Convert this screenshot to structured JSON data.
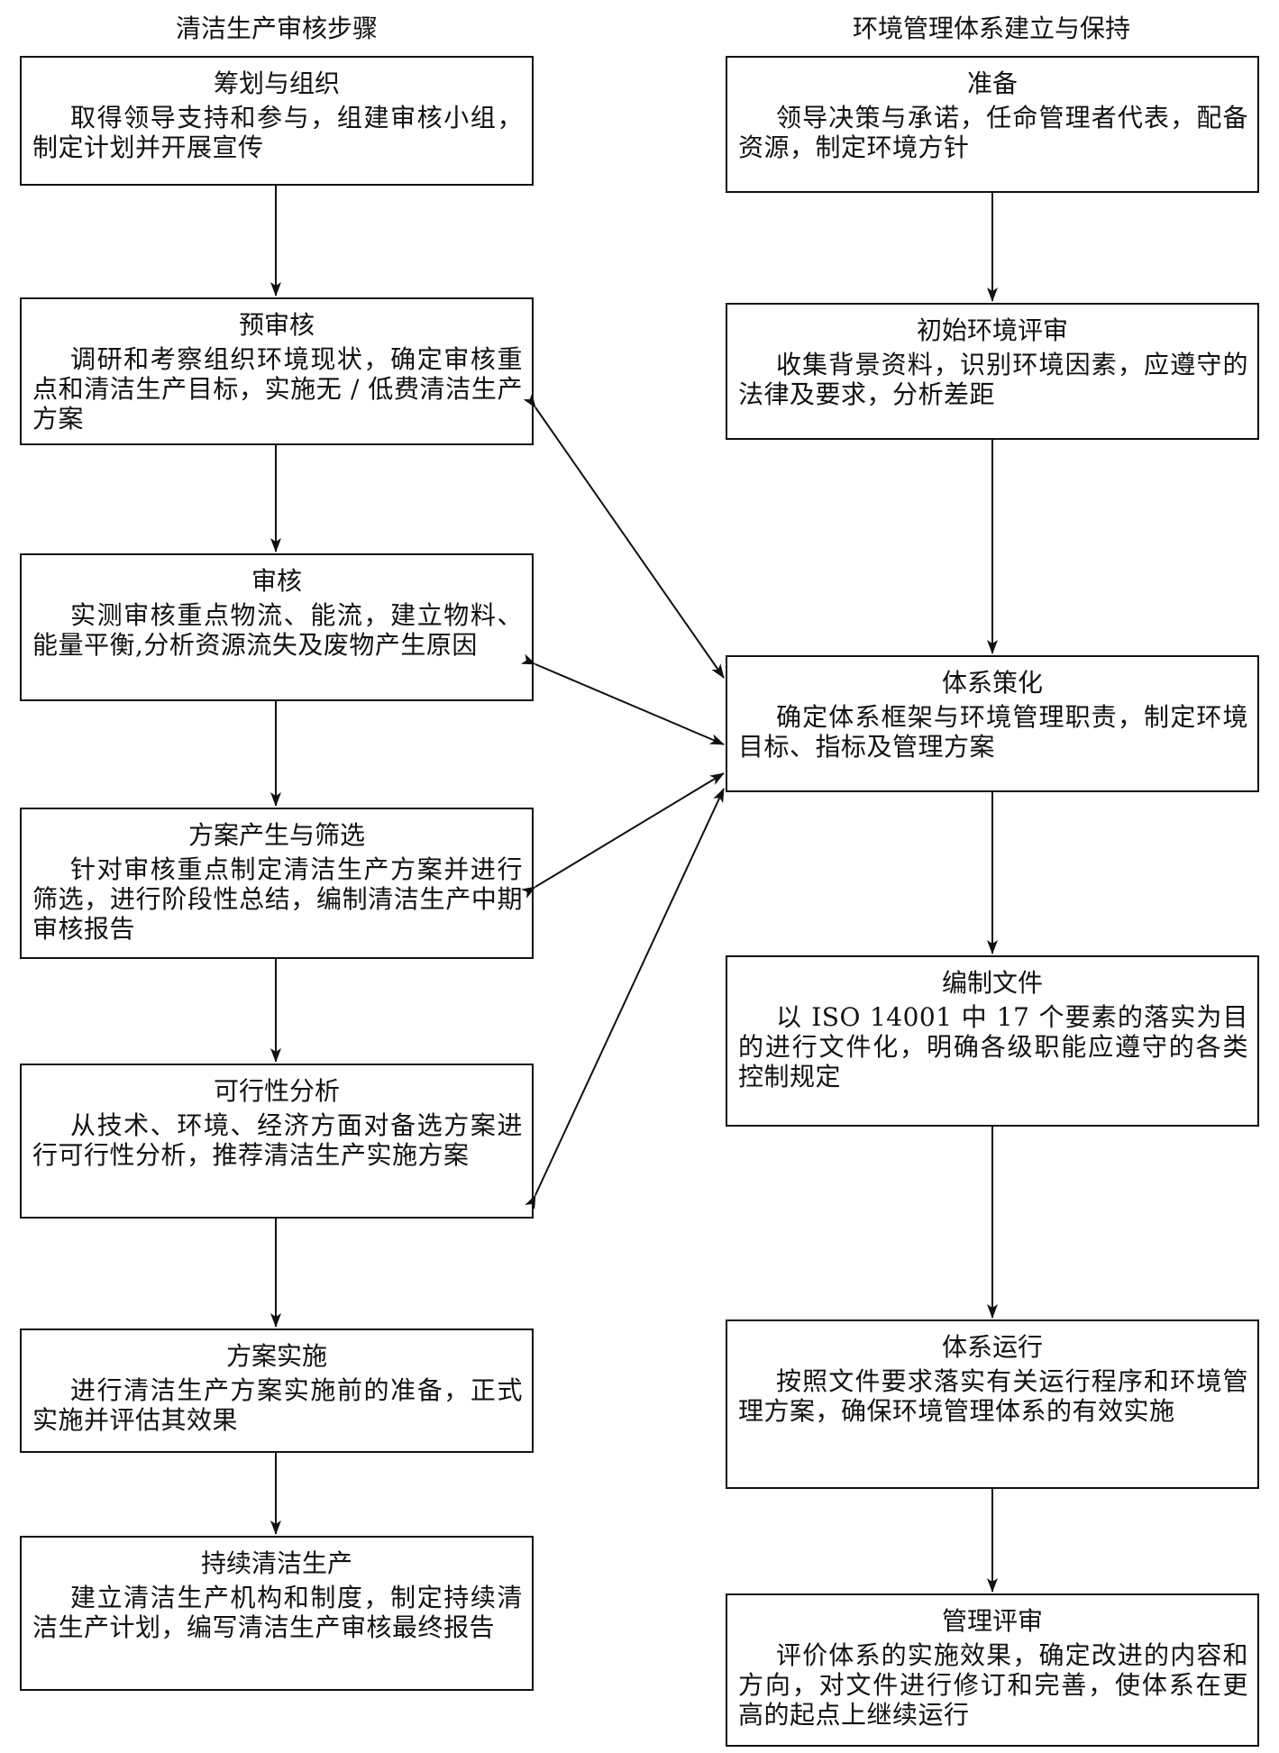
{
  "left_column_title": "清洁生产审核步骤",
  "right_column_title": "环境管理体系建立与保持",
  "left_steps": [
    {
      "title": "筹划与组织",
      "body": "取得领导支持和参与，组建审核小组，制定计划并开展宣传"
    },
    {
      "title": "预审核",
      "body": "调研和考察组织环境现状，确定审核重点和清洁生产目标，实施无 / 低费清洁生产方案"
    },
    {
      "title": "审核",
      "body": "实测审核重点物流、能流，建立物料、能量平衡,分析资源流失及废物产生原因"
    },
    {
      "title": "方案产生与筛选",
      "body": "针对审核重点制定清洁生产方案并进行筛选，进行阶段性总结，编制清洁生产中期审核报告"
    },
    {
      "title": "可行性分析",
      "body": "从技术、环境、经济方面对备选方案进行可行性分析，推荐清洁生产实施方案"
    },
    {
      "title": "方案实施",
      "body": "进行清洁生产方案实施前的准备，正式实施并评估其效果"
    },
    {
      "title": "持续清洁生产",
      "body": "建立清洁生产机构和制度，制定持续清洁生产计划，编写清洁生产审核最终报告"
    }
  ],
  "right_steps": [
    {
      "title": "准备",
      "body": "领导决策与承诺，任命管理者代表，配备资源，制定环境方针"
    },
    {
      "title": "初始环境评审",
      "body": "收集背景资料，识别环境因素，应遵守的法律及要求，分析差距"
    },
    {
      "title": "体系策化",
      "body": "确定体系框架与环境管理职责，制定环境目标、指标及管理方案"
    },
    {
      "title": "编制文件",
      "body": "以 ISO 14001 中 17 个要素的落实为目的进行文件化，明确各级职能应遵守的各类控制规定"
    },
    {
      "title": "体系运行",
      "body": "按照文件要求落实有关运行程序和环境管理方案，确保环境管理体系的有效实施"
    },
    {
      "title": "管理评审",
      "body": "评价体系的实施效果，确定改进的内容和方向，对文件进行修订和完善，使体系在更高的起点上继续运行"
    }
  ],
  "links": [
    {
      "from": "预审核",
      "to": "体系策化",
      "type": "bidirectional"
    },
    {
      "from": "审核",
      "to": "体系策化",
      "type": "bidirectional"
    },
    {
      "from": "方案产生与筛选",
      "to": "体系策化",
      "type": "bidirectional"
    },
    {
      "from": "可行性分析",
      "to": "体系策化",
      "type": "bidirectional"
    }
  ]
}
